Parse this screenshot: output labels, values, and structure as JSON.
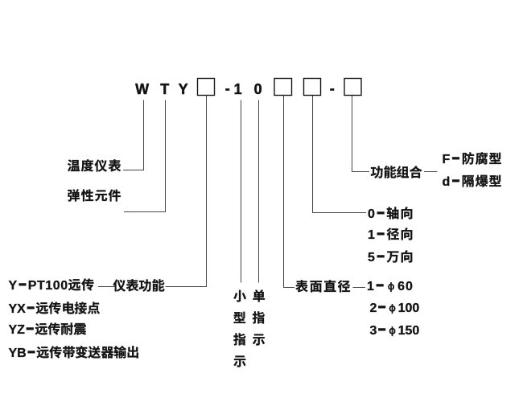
{
  "colors": {
    "background": "#ffffff",
    "ink": "#141414",
    "line": "#3d3d3d"
  },
  "code_row": {
    "letter_w": "W",
    "letter_t": "T",
    "letter_y": "Y",
    "hyphen_1": "-",
    "digit_small_indicator": "1",
    "digit_single_indicator": "0",
    "hyphen_2": "-"
  },
  "left_labels": {
    "temperature_instrument": "温度仪表",
    "elastic_element": "弹性元件",
    "instrument_function": "仪表功能",
    "function_options": [
      "Y-PT100远传",
      "YX-远传电接点",
      "YZ-远传耐震",
      "YB-远传带变送器输出"
    ]
  },
  "indicator_columns": {
    "small_indicator": "小型指示",
    "single_indicator": "单指示"
  },
  "right_labels": {
    "function_combination": "功能组合",
    "combination_options": [
      "F-防腐型",
      "d-隔爆型"
    ],
    "orientation_options": [
      "0-轴向",
      "1-径向",
      "5-万向"
    ],
    "surface_diameter": "表面直径",
    "diameter_options": [
      "1-φ60",
      "2-φ100",
      "3-φ150"
    ]
  }
}
